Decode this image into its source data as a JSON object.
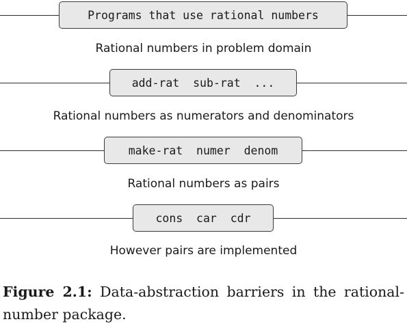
{
  "barriers": [
    {
      "label": "Programs that use rational numbers"
    },
    {
      "label": "add-rat  sub-rat  ..."
    },
    {
      "label": "make-rat  numer  denom"
    },
    {
      "label": "cons  car  cdr"
    }
  ],
  "levels": [
    "Rational numbers in problem domain",
    "Rational numbers as numerators and denominators",
    "Rational numbers as pairs",
    "However pairs are implemented"
  ],
  "caption": {
    "label": "Figure 2.1:",
    "text": "Data-abstraction barriers in the rational-number package."
  }
}
